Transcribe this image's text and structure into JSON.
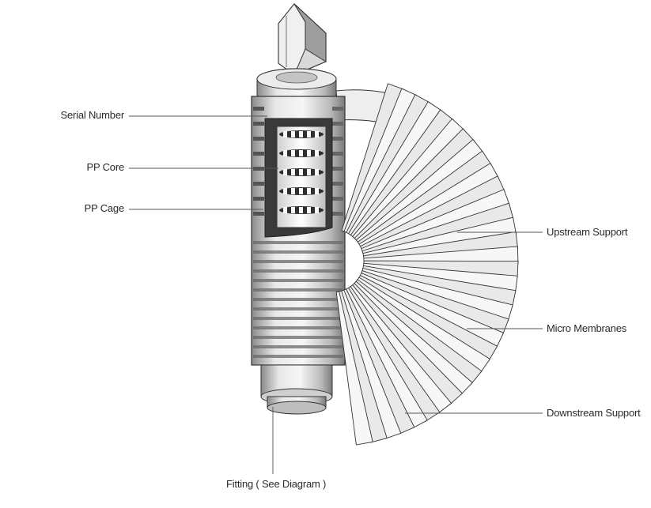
{
  "labels": {
    "serial_number": "Serial Number",
    "pp_core": "PP Core",
    "pp_cage": "PP Cage",
    "upstream_support": "Upstream Support",
    "micro_membranes": "Micro Membranes",
    "downstream_support": "Downstream Support",
    "fitting": "Fitting ( See Diagram )"
  },
  "colors": {
    "line": "#555555",
    "body_light": "#e6e6e6",
    "body_mid": "#bdbdbd",
    "body_dark": "#6e6e6e",
    "pleat": "#f4f4f4"
  }
}
